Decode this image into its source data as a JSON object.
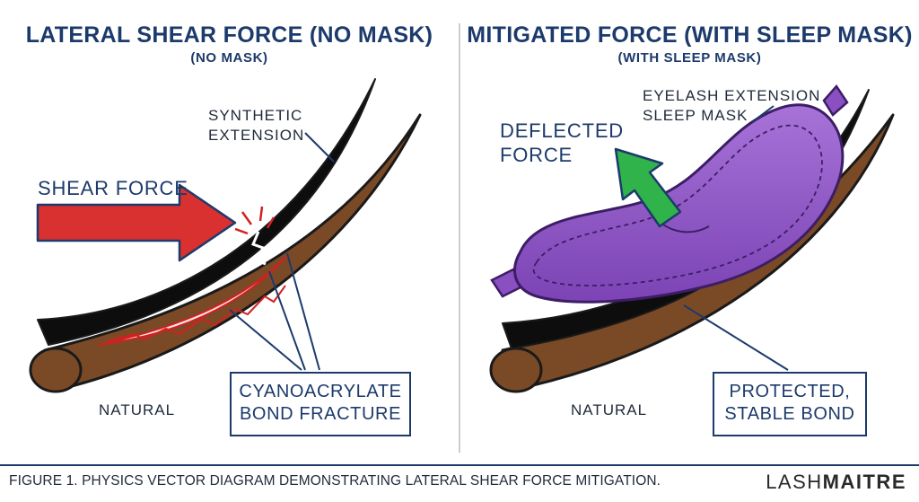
{
  "left_panel": {
    "title": "LATERAL SHEAR FORCE (NO MASK)",
    "subtitle": "(NO MASK)",
    "label_synthetic": "SYNTHETIC\nEXTENSION",
    "label_force": "SHEAR FORCE",
    "label_natural": "NATURAL",
    "callout": "CYANOACRYLATE\nBOND FRACTURE"
  },
  "right_panel": {
    "title": "MITIGATED FORCE (WITH SLEEP MASK)",
    "subtitle": "(WITH SLEEP MASK)",
    "label_mask": "EYELASH EXTENSION\nSLEEP MASK",
    "label_force": "DEFLECTED\nFORCE",
    "label_natural": "NATURAL",
    "callout": "PROTECTED,\nSTABLE BOND"
  },
  "footer": {
    "caption": "FIGURE 1. PHYSICS VECTOR DIAGRAM DEMONSTRATING LATERAL SHEAR FORCE MITIGATION.",
    "brand_light": "LASH",
    "brand_bold": "MAITRE"
  },
  "colors": {
    "navy": "#1c3a6b",
    "natural_lash": "#7a4a26",
    "synthetic_lash": "#0d0d0d",
    "shear_arrow": "#d93030",
    "deflected_arrow": "#2fb34a",
    "mask": "#8a4fc0"
  }
}
